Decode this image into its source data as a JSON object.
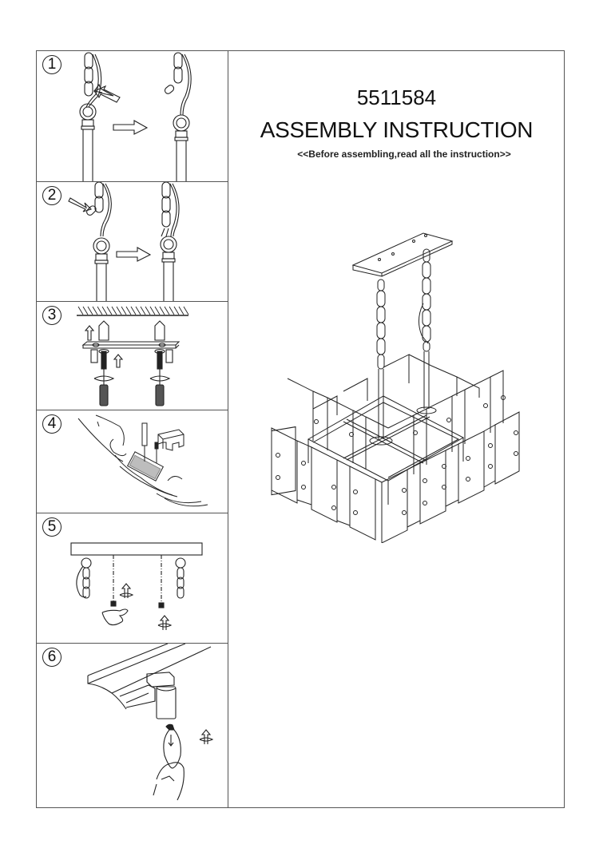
{
  "header": {
    "model_number": "5511584",
    "title": "ASSEMBLY INSTRUCTION",
    "subtitle": "<<Before assembling,read all the instruction>>"
  },
  "steps": [
    {
      "number": "1",
      "illustration": "unhook-chain-from-ring"
    },
    {
      "number": "2",
      "illustration": "hook-chain-to-ring"
    },
    {
      "number": "3",
      "illustration": "mount-bracket-to-ceiling"
    },
    {
      "number": "4",
      "illustration": "connect-wires-terminal"
    },
    {
      "number": "5",
      "illustration": "attach-chains-to-canopy"
    },
    {
      "number": "6",
      "illustration": "install-bulb"
    }
  ],
  "main_illustration": "rectangular-chandelier-with-glass-panels",
  "colors": {
    "line": "#222222",
    "border": "#555555",
    "background": "#ffffff"
  }
}
